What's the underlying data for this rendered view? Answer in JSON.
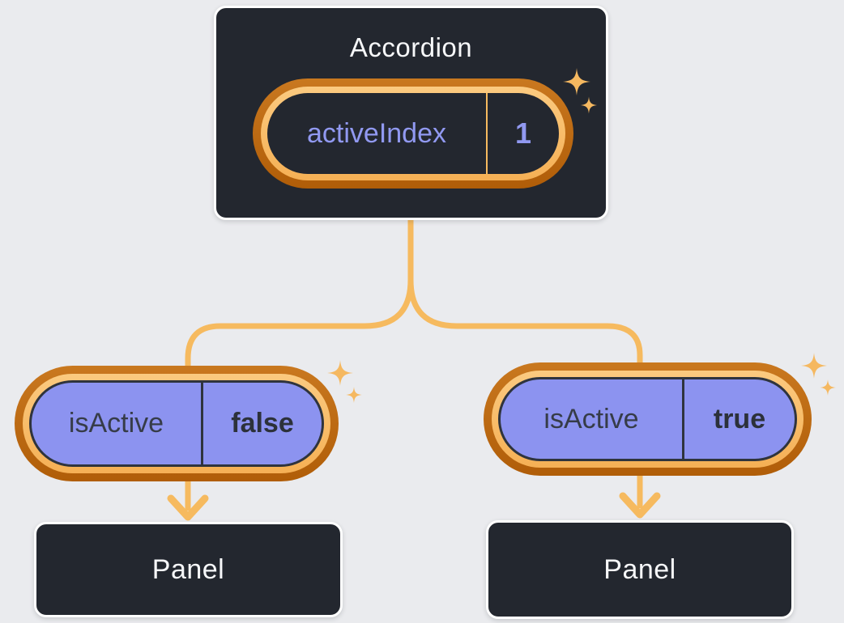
{
  "diagram": {
    "kind": "react-component-tree",
    "colors": {
      "background": "#eaebee",
      "node_fill": "#23272f",
      "node_border": "#ffffff",
      "node_text": "#f6f7f9",
      "pill_fill_purple": "#8c93f0",
      "pill_text_purple": "#9199f1",
      "pill_text_dark": "#363c48",
      "glow_orange_dark": "#b05d08",
      "glow_orange_light": "#f6ba5f",
      "connector_orange": "#f6ba5f"
    },
    "icons": {
      "sparkle": "sparkle-icon",
      "arrowhead": "arrow-down-icon"
    }
  },
  "accordion": {
    "title": "Accordion",
    "state_pill": {
      "label": "activeIndex",
      "value": "1"
    }
  },
  "children": [
    {
      "prop_pill": {
        "label": "isActive",
        "value": "false"
      },
      "panel": {
        "label": "Panel"
      }
    },
    {
      "prop_pill": {
        "label": "isActive",
        "value": "true"
      },
      "panel": {
        "label": "Panel"
      }
    }
  ]
}
